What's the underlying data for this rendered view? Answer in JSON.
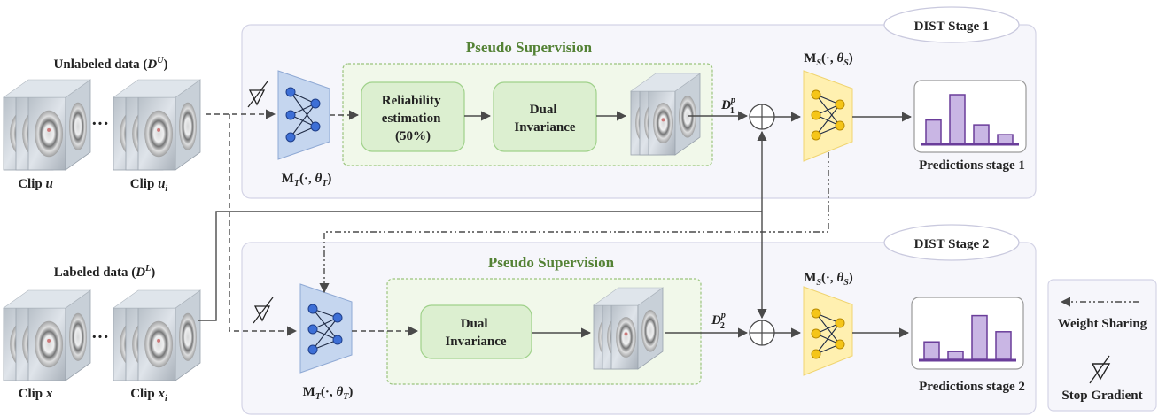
{
  "stage1": {
    "tag": "DIST Stage 1",
    "pseudo_title": "Pseudo Supervision",
    "reliability": [
      "Reliability",
      "estimation",
      "(50%)"
    ],
    "dual": [
      "Dual",
      "Invariance"
    ],
    "teacher": {
      "prefix": "M",
      "sub": "T",
      "args": "(·, ",
      "theta": "θ",
      "theta_sub": "T",
      "close": ")"
    },
    "student": {
      "prefix": "M",
      "sub": "S",
      "args": "(·, ",
      "theta": "θ",
      "theta_sub": "S",
      "close": ")"
    },
    "dp": {
      "main": "D",
      "sub": "1",
      "sup": "p"
    },
    "pred_label": "Predictions stage 1",
    "bars": [
      0.48,
      1.0,
      0.38,
      0.18
    ]
  },
  "stage2": {
    "tag": "DIST Stage 2",
    "pseudo_title": "Pseudo Supervision",
    "dual": [
      "Dual",
      "Invariance"
    ],
    "teacher": {
      "prefix": "M",
      "sub": "T",
      "args": "(·, ",
      "theta": "θ",
      "theta_sub": "T",
      "close": ")"
    },
    "student": {
      "prefix": "M",
      "sub": "S",
      "args": "(·, ",
      "theta": "θ",
      "theta_sub": "S",
      "close": ")"
    },
    "dp": {
      "main": "D",
      "sub": "2",
      "sup": "p"
    },
    "pred_label": "Predictions stage 2",
    "bars": [
      0.38,
      0.17,
      0.95,
      0.6
    ]
  },
  "inputs": {
    "unlabeled_title": {
      "text": "Unlabeled data (",
      "D": "D",
      "sup": "U",
      "close": ")"
    },
    "labeled_title": {
      "text": "Labeled data (",
      "D": "D",
      "sup": "L",
      "close": ")"
    },
    "clip_u": {
      "text": "Clip ",
      "var": "u"
    },
    "clip_ui": {
      "text": "Clip ",
      "var": "u",
      "sub": "i"
    },
    "clip_x": {
      "text": "Clip ",
      "var": "x"
    },
    "clip_xi": {
      "text": "Clip ",
      "var": "x",
      "sub": "i"
    },
    "ellipsis": "···"
  },
  "legend": {
    "weight_sharing": "Weight Sharing",
    "stop_gradient": "Stop Gradient"
  },
  "colors": {
    "panel_fill": "#f6f6fb",
    "panel_stroke": "#d4d4e6",
    "pseudo_fill": "#f1f8ea",
    "pseudo_stroke": "#9bc47e",
    "green_box": "#dcefd0",
    "green_stroke": "#9fd18a",
    "title_green": "#548235",
    "teacher_fill": "#c5d6ef",
    "node_blue": "#3d6fd6",
    "student_fill": "#fff0b0",
    "node_yellow": "#f5c518",
    "bar_fill": "#c9b6e4",
    "bar_stroke": "#6a3d9a",
    "line": "#4a4a4a"
  }
}
